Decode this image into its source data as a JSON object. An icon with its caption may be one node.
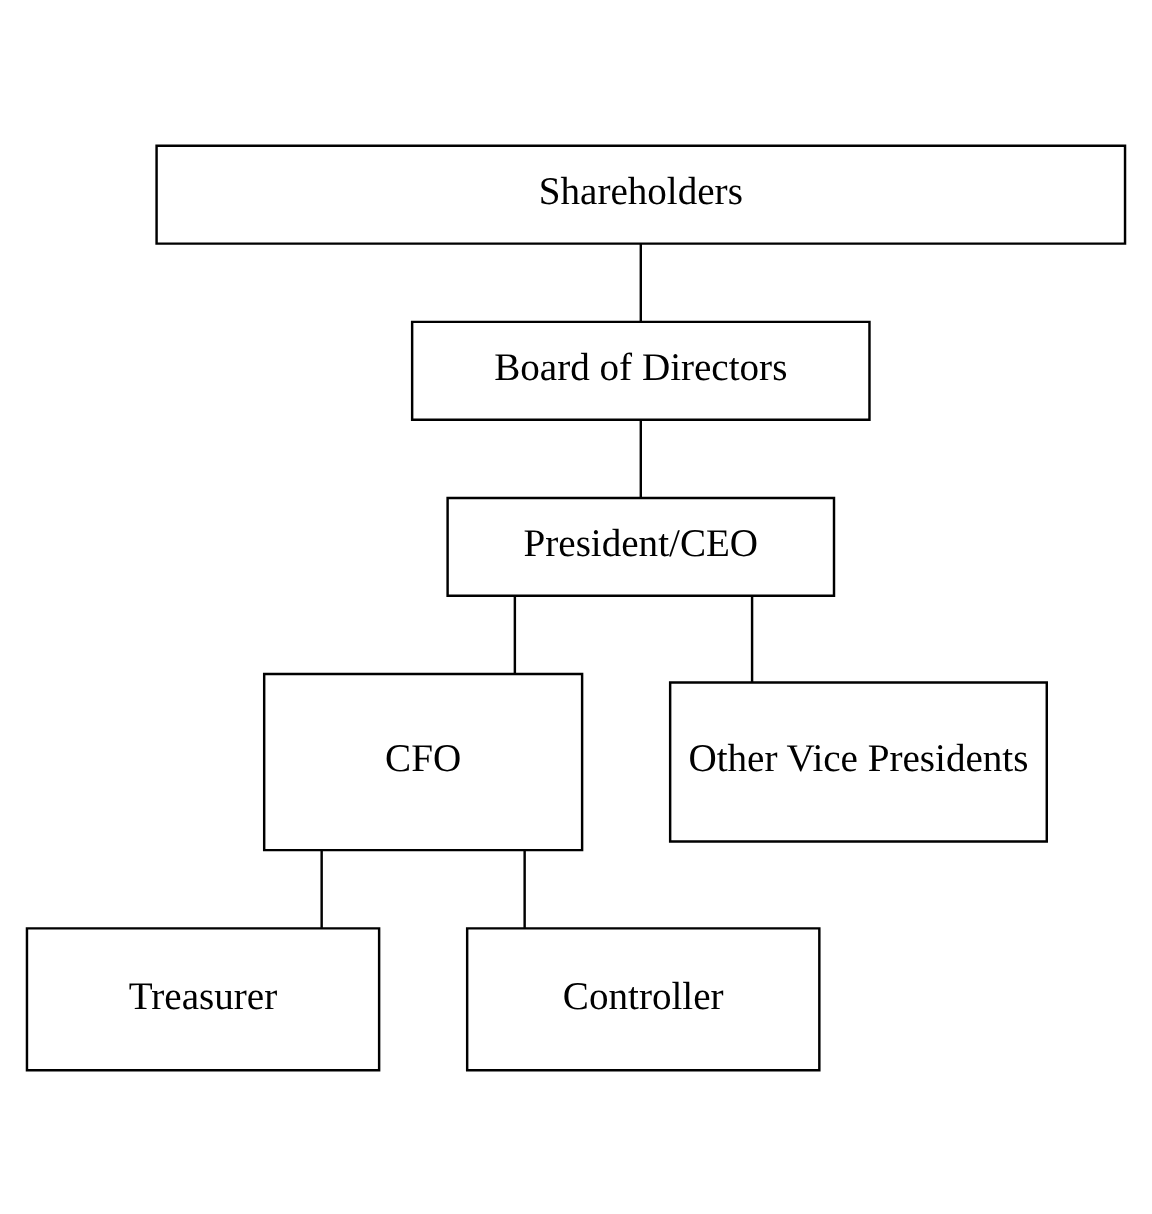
{
  "diagram": {
    "nodes": [
      {
        "text": [
          "Shareholders"
        ]
      },
      {
        "text": [
          "Board of Directors"
        ]
      },
      {
        "text": [
          "President/CEO"
        ]
      },
      {
        "text": [
          "CFO"
        ]
      },
      {
        "text": [
          "Other Vice Presidents"
        ]
      },
      {
        "text": [
          "Treasurer"
        ]
      },
      {
        "text": [
          "Controller"
        ]
      }
    ],
    "edges": [
      {
        "from": 0,
        "to": 1,
        "arrow": "none"
      },
      {
        "from": 1,
        "to": 2,
        "arrow": "none"
      },
      {
        "from": 2,
        "to": 3,
        "arrow": "none"
      },
      {
        "from": 2,
        "to": 4,
        "arrow": "none"
      },
      {
        "from": 3,
        "to": 5,
        "arrow": "none"
      },
      {
        "from": 3,
        "to": 6,
        "arrow": "none"
      }
    ]
  }
}
